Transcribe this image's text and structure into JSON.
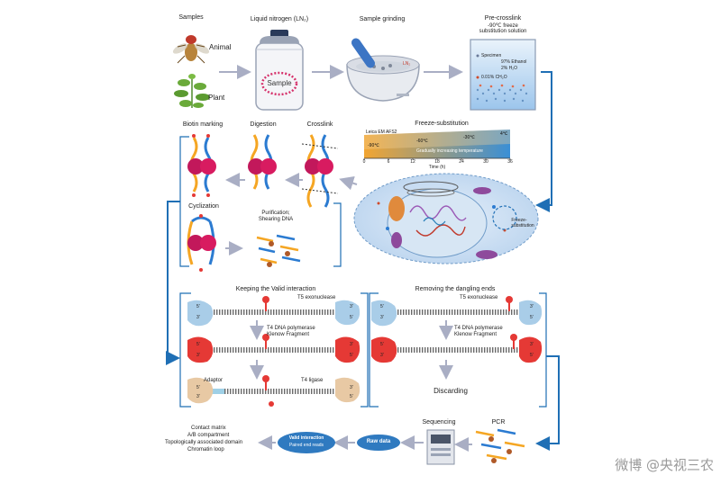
{
  "labels": {
    "samples": "Samples",
    "animal": "Animal",
    "plant": "Plant",
    "liquid_nitrogen": "Liquid nitrogen (LN₂)",
    "sample": "Sample",
    "sample_grinding": "Sample grinding",
    "ln2_small": "LN₂",
    "pre_crosslink_1": "Pre-crosslink",
    "pre_crosslink_2": "-90℃ freeze",
    "pre_crosslink_3": "substitution solution",
    "legend_specimen": "Specimen",
    "legend_ethanol": "97% Ethanol",
    "legend_h2o": "2% H₂O",
    "legend_ch2o": "0.01% CH₂O",
    "freeze_substitution_title": "Freeze-substitution",
    "leica": "Leica EM AFS2",
    "temp_m90": "-90℃",
    "temp_m60": "-60℃",
    "temp_m30": "-30℃",
    "temp_4": "4℃",
    "grad_label": "Gradually increasing temperature",
    "time_label": "Time (h)",
    "ticks": [
      "0",
      "6",
      "12",
      "18",
      "24",
      "30",
      "36"
    ],
    "biotin_marking": "Biotin marking",
    "digestion": "Digestion",
    "crosslink": "Crosslink",
    "cyclization": "Cyclization",
    "purification_1": "Purification;",
    "purification_2": "Shearing DNA",
    "freeze_sub_cell": "Freeze-",
    "freeze_sub_cell2": "substitution",
    "keeping_valid": "Keeping the Valid interaction",
    "removing_dangling": "Removing the dangling ends",
    "t5_exo_left": "T5 exonuclease",
    "t5_exo_right": "T5 exonuclease",
    "t4_pol_left_1": "T4 DNA polymerase",
    "t4_pol_left_2": "Klenow Fragment",
    "t4_pol_right_1": "T4 DNA polymerase",
    "t4_pol_right_2": "Klenow Fragment",
    "adaptor": "Adaptor",
    "t4_ligase": "T4 ligase",
    "discarding": "Discarding",
    "five_prime": "5'",
    "three_prime": "3'",
    "sequencing": "Sequencing",
    "pcr": "PCR",
    "raw_data": "Raw data",
    "valid_interaction_1": "Valid interaction",
    "valid_interaction_2": "Paired end reads",
    "contact_matrix": "Contact matrix",
    "ab_compartment": "A/B compartment",
    "tad": "Topologically associated domain",
    "chromatin_loop": "Chromatin loop",
    "watermark": "微博 @央视三农"
  },
  "colors": {
    "arrow_gray": "#a9aec4",
    "flow_blue": "#1f6fb5",
    "protein_pink": "#c2185b",
    "dna_orange": "#f5a623",
    "dna_blue": "#2b7bd1",
    "cell_fill": "#cfe1f3",
    "grad_start": "#f2a531",
    "grad_end": "#3a8fd6",
    "ellipse_blue": "#2f7ac0"
  },
  "icons": [
    "fly-icon",
    "plant-icon",
    "dewar-icon",
    "mortar-icon",
    "beaker-icon",
    "cell-icon",
    "protein-icon",
    "sequencer-icon"
  ]
}
